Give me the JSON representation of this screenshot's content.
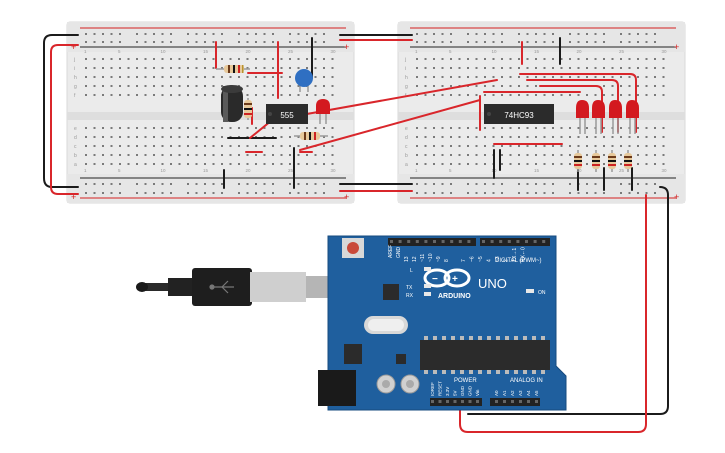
{
  "colors": {
    "breadboard": "#ebebeb",
    "breadboard_edge": "#d6d6d6",
    "hole": "#7a7a7a",
    "rail_red": "#d42020",
    "rail_black": "#222222",
    "wire_red": "#d9262b",
    "wire_black": "#1b1b1b",
    "arduino_blue": "#1f5f9e",
    "chip": "#2b2b2b",
    "led_red": "#d3191f",
    "capacitor_blue": "#2f6fc2"
  },
  "breadboards": {
    "left": {
      "row_letters_top": [
        "j",
        "i",
        "h",
        "g",
        "f"
      ],
      "row_letters_bottom": [
        "e",
        "d",
        "c",
        "b",
        "a"
      ],
      "columns": [
        "1",
        "5",
        "10",
        "15",
        "20",
        "25",
        "30"
      ]
    },
    "right": {
      "row_letters_top": [
        "j",
        "i",
        "h",
        "g",
        "f"
      ],
      "row_letters_bottom": [
        "e",
        "d",
        "c",
        "b",
        "a"
      ],
      "columns": [
        "1",
        "5",
        "10",
        "15",
        "20",
        "25",
        "30"
      ]
    }
  },
  "components": {
    "timer_chip_label": "555",
    "counter_chip_label": "74HC93"
  },
  "arduino": {
    "brand": "ARDUINO",
    "model": "UNO",
    "digital_header": "DIGITAL (PWM~)",
    "power_label": "POWER",
    "analog_label": "ANALOG IN",
    "on_label": "ON",
    "l_label": "L",
    "tx_label": "TX",
    "rx_label": "RX",
    "aref": "AREF",
    "gnd": "GND",
    "digital_pins": [
      "13",
      "12",
      "~11",
      "~10",
      "~9",
      "8",
      "7",
      "~6",
      "~5",
      "4",
      "~3",
      "2",
      "TX→1",
      "RX←0"
    ],
    "power_pins": [
      "IOREF",
      "RESET",
      "3.3V",
      "5V",
      "GND",
      "GND",
      "Vin"
    ],
    "analog_pins": [
      "A0",
      "A1",
      "A2",
      "A3",
      "A4",
      "A5"
    ]
  }
}
